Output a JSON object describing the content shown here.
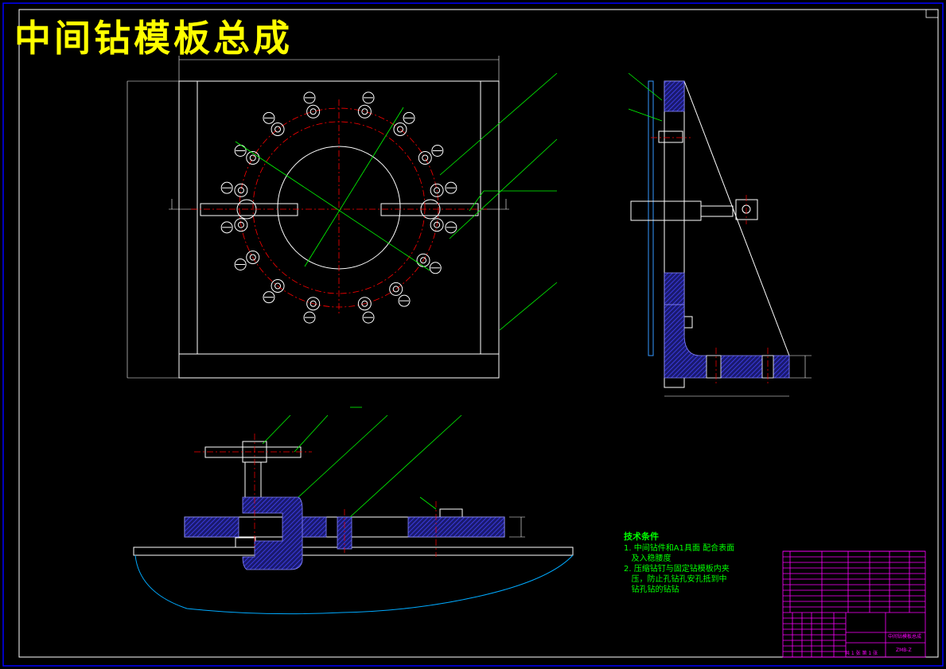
{
  "title": "中间钻模板总成",
  "technical_requirements": {
    "heading": "技术条件",
    "lines": [
      "1. 中间钻件和A1具面 配合表面",
      "   及入稳腰度",
      "2. 压缩钻钉与固定钻模板内夹",
      "   压，防止孔钻孔安孔抵到中",
      "   钻孔钻的钻钻"
    ]
  },
  "title_block": {
    "drawing_title": "中间钻模板总成",
    "drawing_number": "ZMB-Z",
    "sheet_info": "共 1 张  第 1 张"
  },
  "colors": {
    "background": "#000000",
    "outline": "#ffffff",
    "center_line": "#ff0000",
    "leader_line": "#00ff00",
    "hatch": "#3333cc",
    "title_text": "#ffff00",
    "tech_text": "#00ff00",
    "title_block": "#ff00ff",
    "surface_curve": "#00aaff",
    "border": "#0000ff"
  }
}
